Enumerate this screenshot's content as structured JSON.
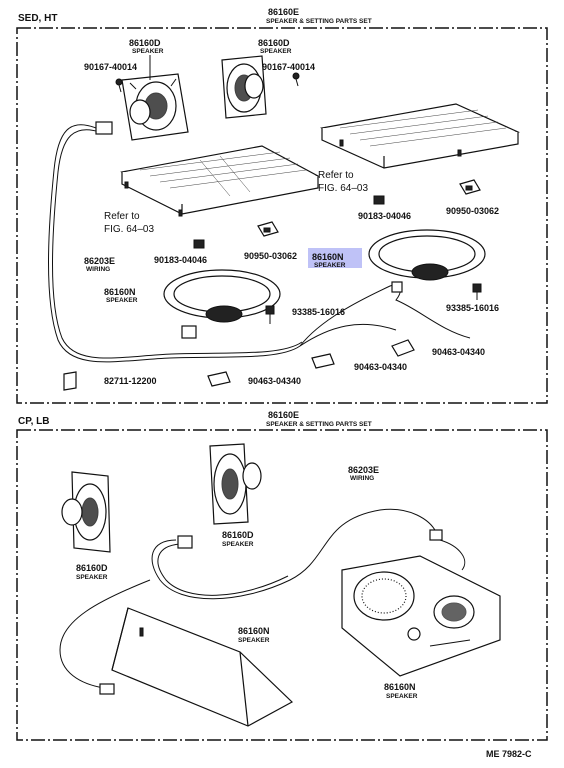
{
  "sections": {
    "top_label": "SED, HT",
    "bottom_label": "CP, LB",
    "figure_code": "ME 7982-C"
  },
  "top": {
    "set_part": "86160E",
    "set_desc": "SPEAKER & SETTING PARTS SET",
    "parts": [
      {
        "num": "86160D",
        "desc": "SPEAKER"
      },
      {
        "num": "86160D",
        "desc": "SPEAKER"
      },
      {
        "num": "90167-40014",
        "desc": ""
      },
      {
        "num": "90167-40014",
        "desc": ""
      },
      {
        "num": "86203E",
        "desc": "WIRING"
      },
      {
        "num": "90183-04046",
        "desc": ""
      },
      {
        "num": "90950-03062",
        "desc": ""
      },
      {
        "num": "86160N",
        "desc": "SPEAKER"
      },
      {
        "num": "86160N",
        "desc": "SPEAKER"
      },
      {
        "num": "90183-04046",
        "desc": ""
      },
      {
        "num": "90950-03062",
        "desc": ""
      },
      {
        "num": "93385-16016",
        "desc": ""
      },
      {
        "num": "93385-16016",
        "desc": ""
      },
      {
        "num": "90463-04340",
        "desc": ""
      },
      {
        "num": "90463-04340",
        "desc": ""
      },
      {
        "num": "90463-04340",
        "desc": ""
      },
      {
        "num": "82711-12200",
        "desc": ""
      }
    ],
    "refer_left": [
      "Refer to",
      "FIG. 64–03"
    ],
    "refer_right": [
      "Refer to",
      "FIG. 64–03"
    ]
  },
  "bottom": {
    "set_part": "86160E",
    "set_desc": "SPEAKER & SETTING PARTS SET",
    "parts": [
      {
        "num": "86203E",
        "desc": "WIRING"
      },
      {
        "num": "86160D",
        "desc": "SPEAKER"
      },
      {
        "num": "86160D",
        "desc": "SPEAKER"
      },
      {
        "num": "86160N",
        "desc": "SPEAKER"
      },
      {
        "num": "86160N",
        "desc": "SPEAKER"
      }
    ]
  },
  "colors": {
    "ink": "#111111",
    "highlight": "#8a8ff0"
  }
}
